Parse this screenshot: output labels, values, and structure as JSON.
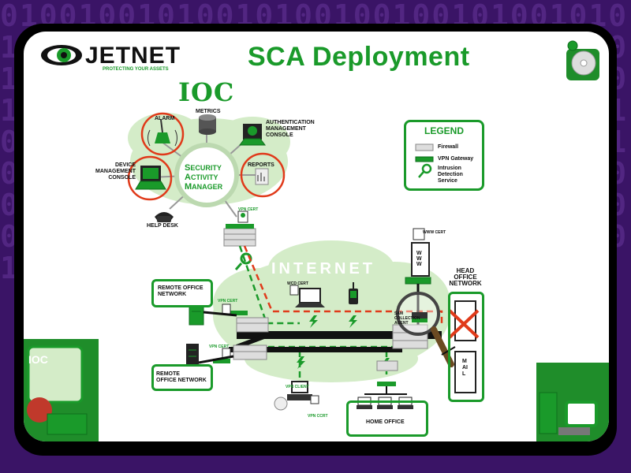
{
  "background_digits": "010010010100101001001001010010101010010100101001010100101001010010101010010100101001001010010100101010100101001010010101001010010101010010100101001001001010010101010010100101001010100101001010010101010010100101001001010010100101010100101001010010101001010010101010010100101001001001",
  "header": {
    "brand_name": "JETNET",
    "brand_tagline": "PROTECTING YOUR ASSETS",
    "title": "SCA Deployment"
  },
  "ioc": {
    "title": "IOC",
    "sam_lines": [
      {
        "initial": "S",
        "rest": "ECURITY"
      },
      {
        "initial": "A",
        "rest": "CTIVITY"
      },
      {
        "initial": "M",
        "rest": "ANAGER"
      }
    ],
    "nodes": {
      "metrics": "METRICS",
      "alarm": "ALARM",
      "auth_line1": "AUTHENTICATION",
      "auth_line2": "MANAGEMENT",
      "auth_line3": "CONSOLE",
      "reports": "REPORTS",
      "device_line1": "DEVICE",
      "device_line2": "MANAGEMENT",
      "device_line3": "CONSOLE",
      "help_desk": "HELP DESK",
      "vpn_cert": "VPN CERT"
    }
  },
  "legend": {
    "title": "LEGEND",
    "firewall": "Firewall",
    "vpn_gateway": "VPN Gateway",
    "ids_line1": "Intrusion",
    "ids_line2": "Detection",
    "ids_line3": "Service"
  },
  "network": {
    "internet": "INTERNET",
    "remote_office_1_line1": "REMOTE OFFICE",
    "remote_office_1_line2": "NETWORK",
    "remote_office_2_line1": "REMOTE",
    "remote_office_2_line2": "OFFICE NETWORK",
    "vpn_cert_a": "VPN CERT",
    "vpn_cert_b": "VPN CERT",
    "wcd_cert": "WCD CERT",
    "vpn_client": "VPN CLIENT",
    "vpn_ccrt": "VPN CCRT",
    "home_office": "HOME OFFICE",
    "head_office_line1": "HEAD",
    "head_office_line2": "OFFICE",
    "head_office_line3": "NETWORK",
    "www_cert": "WWW CERT",
    "sam_collection_line1": "SAM",
    "sam_collection_line2": "COLLECTION",
    "sam_collection_line3": "AGENT",
    "server_www": "WWW",
    "server_mail": "MAIL"
  },
  "corner": {
    "ioc_small": "IOC"
  },
  "colors": {
    "brand_green": "#1a9a2a",
    "dark_green": "#0f6e1c",
    "cloud": "#c8e6b8",
    "red_highlight": "#e03a1a",
    "background": "#3a1466",
    "digits": "#5a2c8c"
  }
}
